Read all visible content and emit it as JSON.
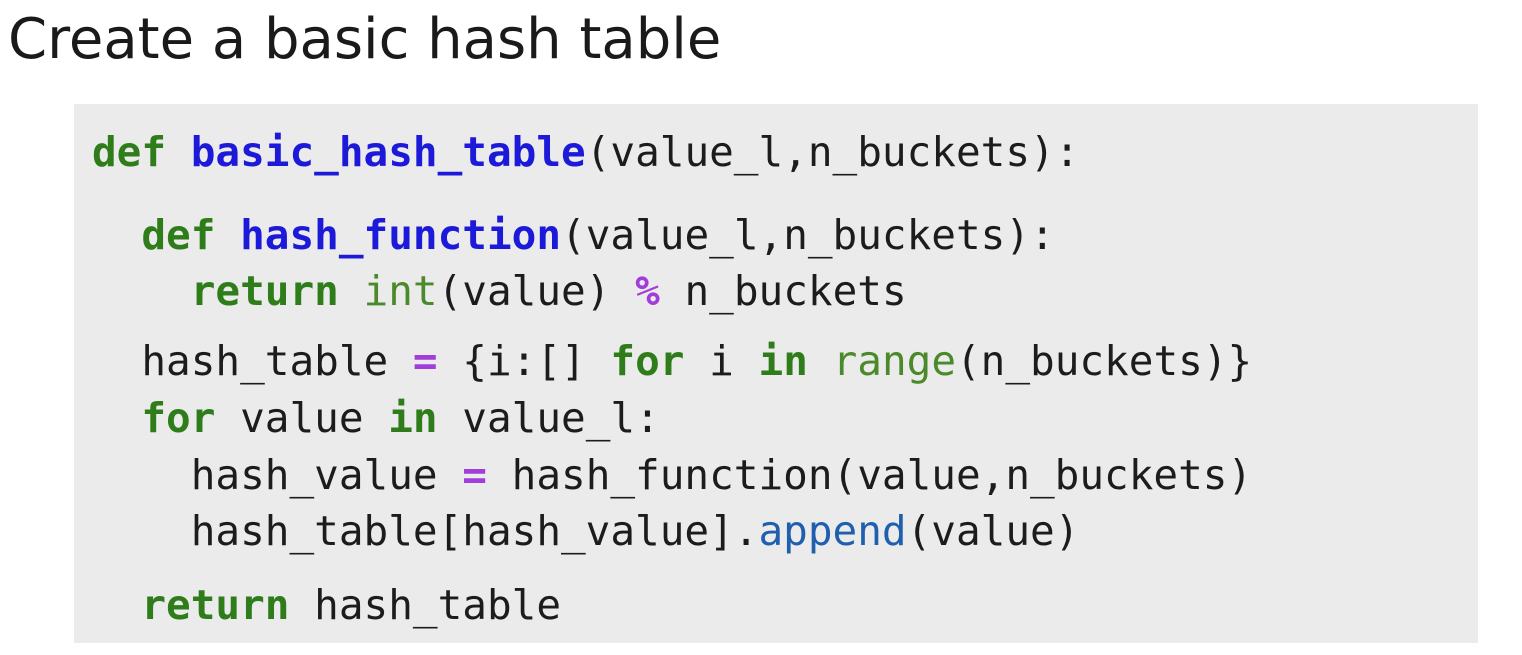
{
  "slide": {
    "title": "Create a basic hash table"
  },
  "colors": {
    "keyword": "#2e7d1a",
    "function_name": "#1c1ad8",
    "operator": "#a23ddb",
    "builtin": "#4a8a2a",
    "method": "#1f5fae",
    "text": "#1c1c1c",
    "panel_background": "#ebebeb"
  },
  "code": {
    "lines": [
      {
        "tokens": [
          {
            "type": "kw",
            "text": "def"
          },
          {
            "type": "tx",
            "text": " "
          },
          {
            "type": "fn",
            "text": "basic_hash_table"
          },
          {
            "type": "tx",
            "text": "(value_l,n_buckets):"
          }
        ]
      },
      {
        "tokens": [
          {
            "type": "tx",
            "text": "  "
          },
          {
            "type": "kw",
            "text": "def"
          },
          {
            "type": "tx",
            "text": " "
          },
          {
            "type": "fn",
            "text": "hash_function"
          },
          {
            "type": "tx",
            "text": "(value_l,n_buckets):"
          }
        ]
      },
      {
        "tokens": [
          {
            "type": "tx",
            "text": "    "
          },
          {
            "type": "kw",
            "text": "return"
          },
          {
            "type": "tx",
            "text": " "
          },
          {
            "type": "bi",
            "text": "int"
          },
          {
            "type": "tx",
            "text": "(value) "
          },
          {
            "type": "op",
            "text": "%"
          },
          {
            "type": "tx",
            "text": " n_buckets"
          }
        ]
      },
      {
        "tokens": [
          {
            "type": "tx",
            "text": "  hash_table "
          },
          {
            "type": "op",
            "text": "="
          },
          {
            "type": "tx",
            "text": " {i:[] "
          },
          {
            "type": "kw",
            "text": "for"
          },
          {
            "type": "tx",
            "text": " i "
          },
          {
            "type": "kw",
            "text": "in"
          },
          {
            "type": "tx",
            "text": " "
          },
          {
            "type": "bi",
            "text": "range"
          },
          {
            "type": "tx",
            "text": "(n_buckets)}"
          }
        ]
      },
      {
        "tokens": [
          {
            "type": "tx",
            "text": "  "
          },
          {
            "type": "kw",
            "text": "for"
          },
          {
            "type": "tx",
            "text": " value "
          },
          {
            "type": "kw",
            "text": "in"
          },
          {
            "type": "tx",
            "text": " value_l:"
          }
        ]
      },
      {
        "tokens": [
          {
            "type": "tx",
            "text": "    hash_value "
          },
          {
            "type": "op",
            "text": "="
          },
          {
            "type": "tx",
            "text": " hash_function(value,n_buckets)"
          }
        ]
      },
      {
        "tokens": [
          {
            "type": "tx",
            "text": "    hash_table[hash_value]."
          },
          {
            "type": "mt",
            "text": "append"
          },
          {
            "type": "tx",
            "text": "(value)"
          }
        ]
      },
      {
        "tokens": [
          {
            "type": "tx",
            "text": "  "
          },
          {
            "type": "kw",
            "text": "return"
          },
          {
            "type": "tx",
            "text": " hash_table"
          }
        ]
      }
    ]
  }
}
